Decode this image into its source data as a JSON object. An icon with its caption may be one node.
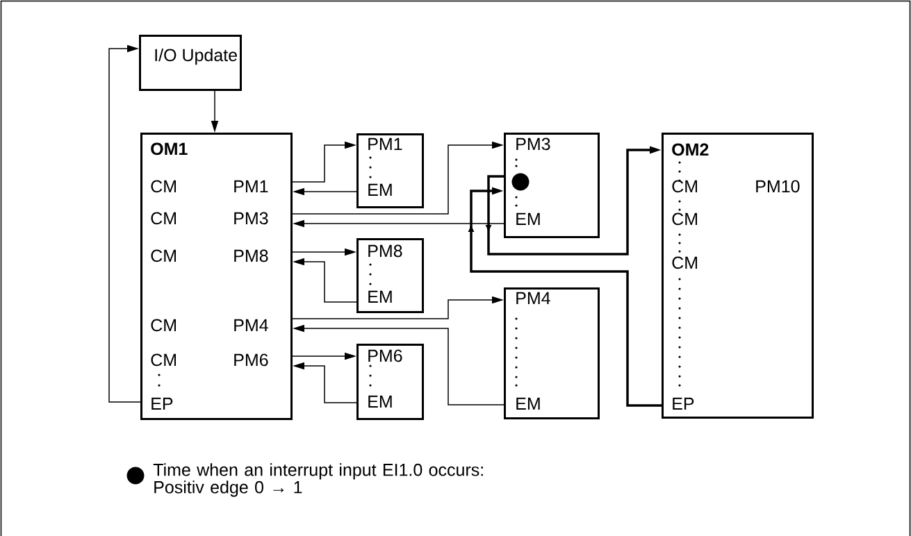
{
  "diagram": {
    "nodes": [
      {
        "text": [
          "I/O Update"
        ]
      },
      {
        "text": [
          "OM1",
          "CM",
          "PM1",
          "CM",
          "PM3",
          "CM",
          "PM8",
          "CM",
          "PM4",
          "CM",
          "PM6",
          "EP"
        ]
      },
      {
        "text": [
          "PM1",
          "EM"
        ]
      },
      {
        "text": [
          "PM3",
          "EM"
        ]
      },
      {
        "text": [
          "PM8",
          "EM"
        ]
      },
      {
        "text": [
          "PM4",
          "EM"
        ]
      },
      {
        "text": [
          "PM6",
          "EM"
        ]
      },
      {
        "text": [
          "OM2",
          "CM",
          "PM10",
          "CM",
          "CM",
          "EP"
        ]
      }
    ],
    "edges": [
      {
        "from": 1,
        "to": 0,
        "arrow": "to"
      },
      {
        "from": 0,
        "to": 1,
        "arrow": "to"
      },
      {
        "from": 1,
        "to": 2,
        "arrow": "to"
      },
      {
        "from": 2,
        "to": 1,
        "arrow": "to"
      },
      {
        "from": 1,
        "to": 3,
        "arrow": "to"
      },
      {
        "from": 3,
        "to": 1,
        "arrow": "to"
      },
      {
        "from": 1,
        "to": 4,
        "arrow": "to"
      },
      {
        "from": 4,
        "to": 1,
        "arrow": "to"
      },
      {
        "from": 1,
        "to": 5,
        "arrow": "to"
      },
      {
        "from": 5,
        "to": 1,
        "arrow": "to"
      },
      {
        "from": 1,
        "to": 6,
        "arrow": "to"
      },
      {
        "from": 6,
        "to": 1,
        "arrow": "to"
      },
      {
        "from": 3,
        "to": 7,
        "arrow": "to",
        "style": "thick"
      },
      {
        "from": 7,
        "to": 3,
        "arrow": "to",
        "style": "thick"
      }
    ],
    "legend": [
      {
        "text": "Time when an interrupt input EI1.0 occurs: Positiv edge 0 → 1"
      }
    ]
  }
}
